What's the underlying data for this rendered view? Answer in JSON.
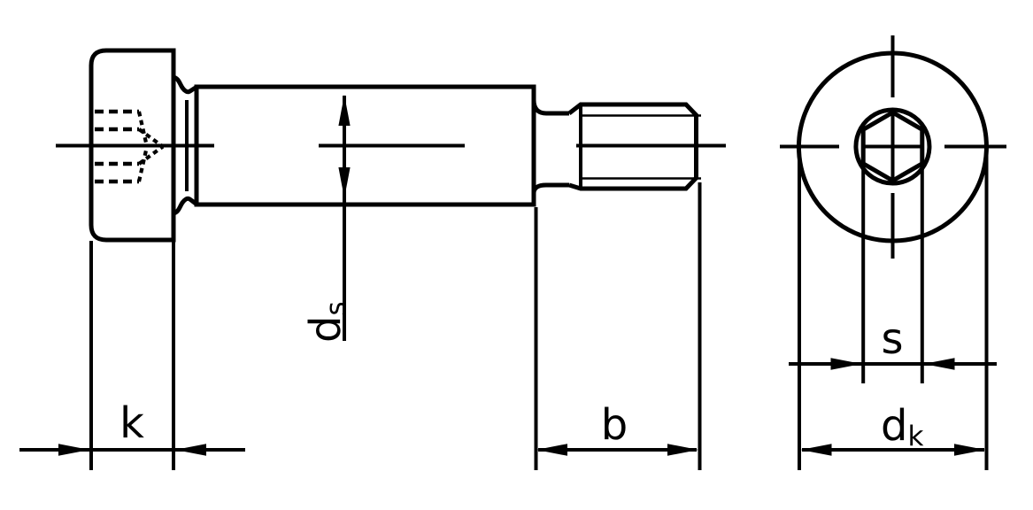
{
  "drawing": {
    "background": "#ffffff",
    "line_color": "#000000",
    "views": {
      "side_view": "shoulder screw side elevation with hidden hex socket",
      "end_view": "head end view with hexagon socket"
    }
  },
  "dims": {
    "k": "k",
    "b": "b",
    "s": "s",
    "d_s_main": "d",
    "d_s_sub": "s",
    "d_k_main": "d",
    "d_k_sub": "k"
  }
}
